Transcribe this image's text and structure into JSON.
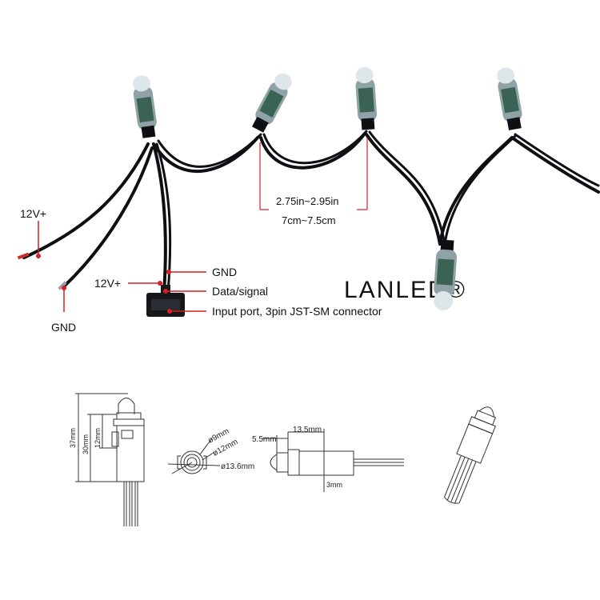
{
  "colors": {
    "wire": "#0d0f12",
    "pointer": "#d81e24",
    "led_body": "#8fa3a6",
    "led_cap": "#dfe6ea",
    "pcb": "#1f4d3a",
    "drawing_line": "#333333"
  },
  "photo": {
    "watermark": "LANLED®",
    "spacing": {
      "inches": "2.75in~2.95in",
      "cm": "7cm~7.5cm"
    },
    "wire_labels": {
      "left_power": "12V+",
      "left_ground": "GND",
      "connector_power": "12V+",
      "connector_ground": "GND",
      "connector_signal": "Data/signal",
      "connector_input": "Input port, 3pin JST-SM connector"
    }
  },
  "drawings": {
    "side_view": {
      "overall_height": "37mm",
      "body_height": "30mm",
      "upper_length": "12mm"
    },
    "front_view": {
      "inner_diameter": "ø9mm",
      "mid_diameter": "ø12mm",
      "outer_diameter": "ø13.6mm"
    },
    "horizontal_view": {
      "lens_length": "5.5mm",
      "collar_length": "13.5mm",
      "wire_offset": "3mm"
    }
  },
  "icons": [
    "led-node-icon",
    "jst-connector-icon",
    "led-3d-render-icon"
  ]
}
